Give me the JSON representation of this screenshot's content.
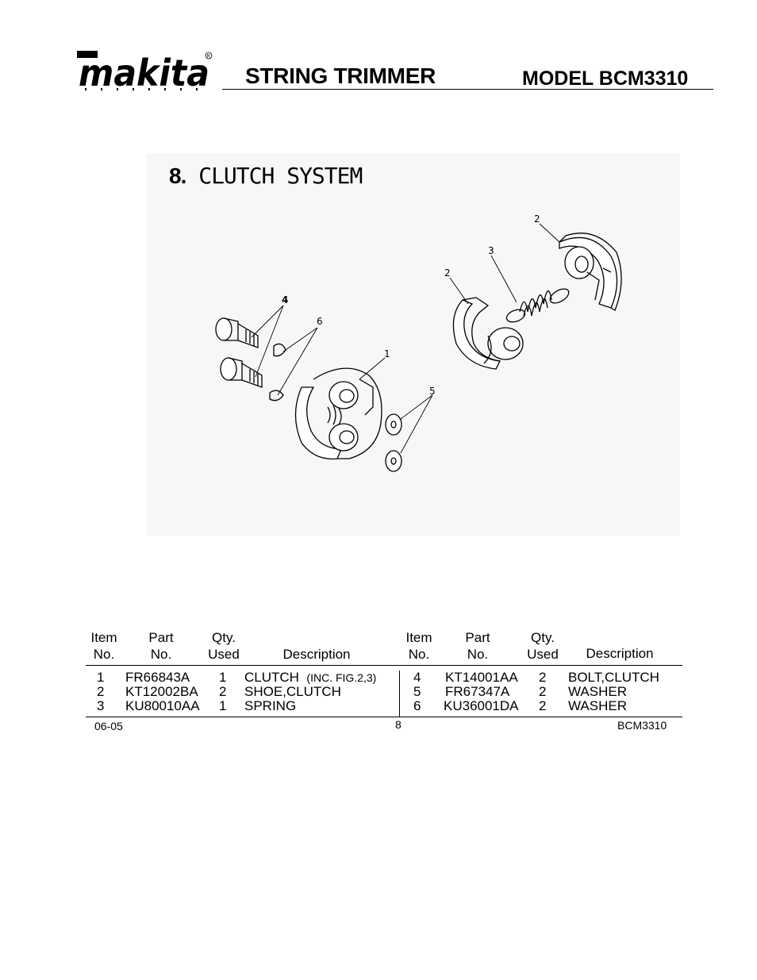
{
  "header": {
    "brand": "makita",
    "title": "STRING TRIMMER",
    "model": "MODEL BCM3310"
  },
  "figure": {
    "number": "8.",
    "title": "CLUTCH SYSTEM",
    "callouts": [
      "2",
      "3",
      "2",
      "4",
      "6",
      "1",
      "5"
    ]
  },
  "table": {
    "columns": [
      {
        "line1": "Item",
        "line2": "No."
      },
      {
        "line1": "Part",
        "line2": "No."
      },
      {
        "line1": "Qty.",
        "line2": "Used"
      },
      {
        "line1": "",
        "line2": "Description"
      }
    ],
    "left_rows": [
      {
        "item": "1",
        "part": "FR66843A",
        "qty": "1",
        "desc": "CLUTCH",
        "note": "(INC. FIG.2,3)"
      },
      {
        "item": "2",
        "part": "KT12002BA",
        "qty": "2",
        "desc": "SHOE,CLUTCH",
        "note": ""
      },
      {
        "item": "3",
        "part": "KU80010AA",
        "qty": "1",
        "desc": "SPRING",
        "note": ""
      }
    ],
    "right_rows": [
      {
        "item": "4",
        "part": "KT14001AA",
        "qty": "2",
        "desc": "BOLT,CLUTCH"
      },
      {
        "item": "5",
        "part": "FR67347A",
        "qty": "2",
        "desc": "WASHER"
      },
      {
        "item": "6",
        "part": "KU36001DA",
        "qty": "2",
        "desc": "WASHER"
      }
    ]
  },
  "footer": {
    "date": "06-05",
    "page": "8",
    "model": "BCM3310"
  }
}
